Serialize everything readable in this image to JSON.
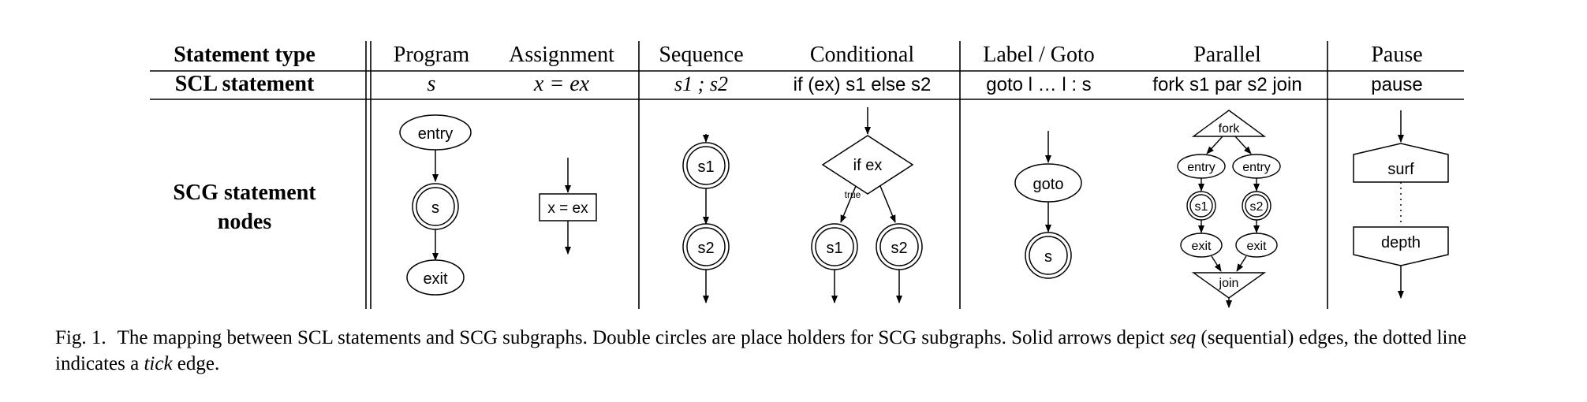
{
  "table": {
    "row_headers": {
      "type": "Statement type",
      "scl": "SCL statement",
      "scg_line1": "SCG statement",
      "scg_line2": "nodes"
    },
    "columns": [
      {
        "type": "Program",
        "scl_text": "s"
      },
      {
        "type": "Assignment",
        "scl_text": "x = ex"
      },
      {
        "type": "Sequence",
        "scl_text": "s1 ; s2"
      },
      {
        "type": "Conditional",
        "scl_text": "if (ex) s1 else s2"
      },
      {
        "type": "Label / Goto",
        "scl_text": "goto l … l : s"
      },
      {
        "type": "Parallel",
        "scl_text": "fork s1 par s2 join"
      },
      {
        "type": "Pause",
        "scl_text": "pause"
      }
    ]
  },
  "nodes": {
    "entry": "entry",
    "exit": "exit",
    "s": "s",
    "s1": "s1",
    "s2": "s2",
    "assign": "x = ex",
    "if_ex": "if ex",
    "true_label": "true",
    "goto": "goto",
    "fork": "fork",
    "join": "join",
    "surf": "surf",
    "depth": "depth"
  },
  "caption": {
    "label": "Fig. 1.",
    "text_1": "The mapping between SCL statements and SCG subgraphs. Double circles are place holders for SCG subgraphs. Solid arrows depict ",
    "seq": "seq",
    "text_2": " (sequential) edges, the dotted line indicates a ",
    "tick": "tick",
    "text_3": " edge."
  }
}
